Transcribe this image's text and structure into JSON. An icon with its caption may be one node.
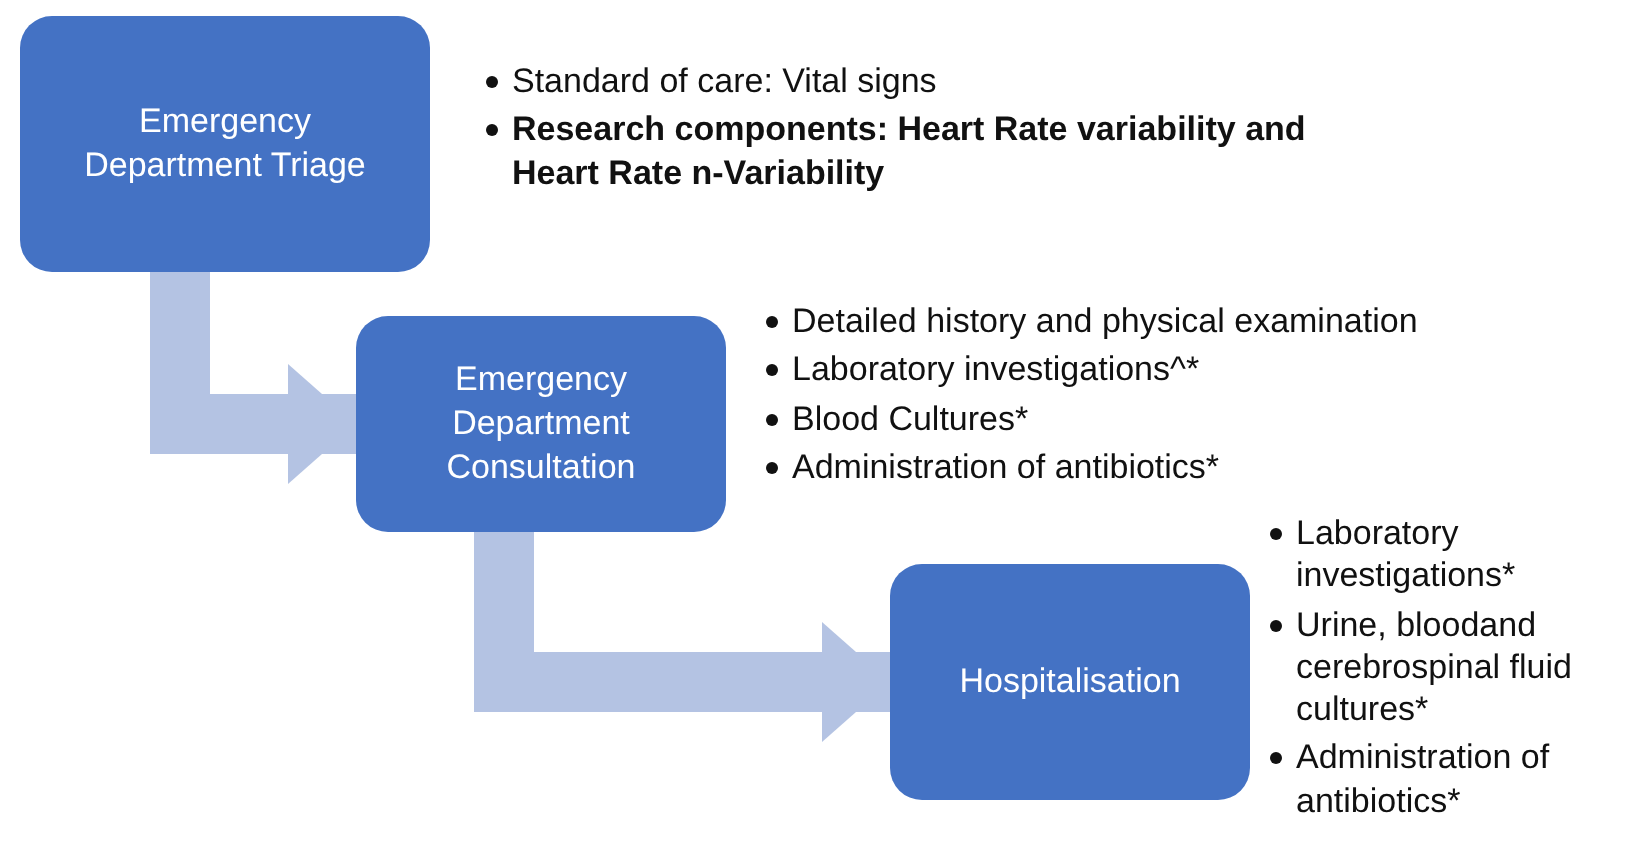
{
  "diagram": {
    "nodes": [
      {
        "text": [
          "Emergency Department Triage"
        ],
        "beside": [
          "Standard of care: Vital signs",
          "**Research components: Heart Rate variability and Heart Rate n-Variability**"
        ]
      },
      {
        "text": [
          "Emergency Department Consultation"
        ],
        "beside": [
          "Detailed history and physical examination",
          "Laboratory investigations^*",
          "Blood Cultures*",
          "Administration of antibiotics*"
        ]
      },
      {
        "text": [
          "Hospitalisation"
        ],
        "beside": [
          "Laboratory investigations*",
          "Urine, bloodand cerebrospinal fluid cultures*",
          "Administration of antibiotics*"
        ]
      }
    ],
    "edges": [
      {
        "from": 0,
        "to": 1,
        "arrow": "to"
      },
      {
        "from": 1,
        "to": 2,
        "arrow": "to"
      }
    ]
  }
}
